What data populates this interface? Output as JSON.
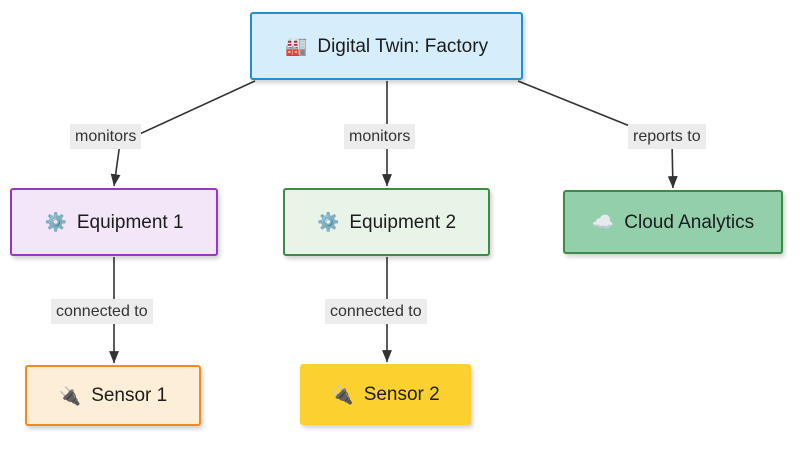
{
  "diagram": {
    "type": "flowchart",
    "direction": "top-down",
    "background": "#ffffff",
    "nodes": [
      {
        "id": "root",
        "label": "Digital Twin: Factory",
        "icon": "factory-icon",
        "icon_glyph": "🏭",
        "fill": "#d6eefc",
        "border": "#1f8fd6",
        "text_color": "#1c1c1c"
      },
      {
        "id": "equipment-1",
        "label": "Equipment 1",
        "icon": "gear-icon",
        "icon_glyph": "⚙️",
        "fill": "#f4e6f9",
        "border": "#9b37c4",
        "text_color": "#1c1c1c"
      },
      {
        "id": "equipment-2",
        "label": "Equipment 2",
        "icon": "gear-icon",
        "icon_glyph": "⚙️",
        "fill": "#e9f4e9",
        "border": "#3d8b46",
        "text_color": "#1c1c1c"
      },
      {
        "id": "cloud-analytics",
        "label": "Cloud Analytics",
        "icon": "cloud-icon",
        "icon_glyph": "☁️",
        "fill": "#93cfab",
        "border": "#3d8b46",
        "text_color": "#1c1c1c"
      },
      {
        "id": "sensor-1",
        "label": "Sensor 1",
        "icon": "plug-icon",
        "icon_glyph": "🔌",
        "fill": "#fdeed8",
        "border": "#f08b1d",
        "text_color": "#1c1c1c"
      },
      {
        "id": "sensor-2",
        "label": "Sensor 2",
        "icon": "plug-icon",
        "icon_glyph": "🔌",
        "fill": "#fcd12f",
        "border": "#fcd12f",
        "text_color": "#1c1c1c"
      }
    ],
    "edges": [
      {
        "id": "root-to-equipment-1",
        "from": "root",
        "to": "equipment-1",
        "label": "monitors"
      },
      {
        "id": "root-to-equipment-2",
        "from": "root",
        "to": "equipment-2",
        "label": "monitors"
      },
      {
        "id": "root-to-cloud-analytics",
        "from": "root",
        "to": "cloud-analytics",
        "label": "reports to"
      },
      {
        "id": "equipment-1-to-sensor-1",
        "from": "equipment-1",
        "to": "sensor-1",
        "label": "connected to"
      },
      {
        "id": "equipment-2-to-sensor-2",
        "from": "equipment-2",
        "to": "sensor-2",
        "label": "connected to"
      }
    ],
    "edge_style": {
      "line_color": "#333333",
      "line_width": 1.6,
      "arrow_color": "#333333",
      "label_background": "#ececec",
      "label_text_color": "#333333"
    }
  }
}
